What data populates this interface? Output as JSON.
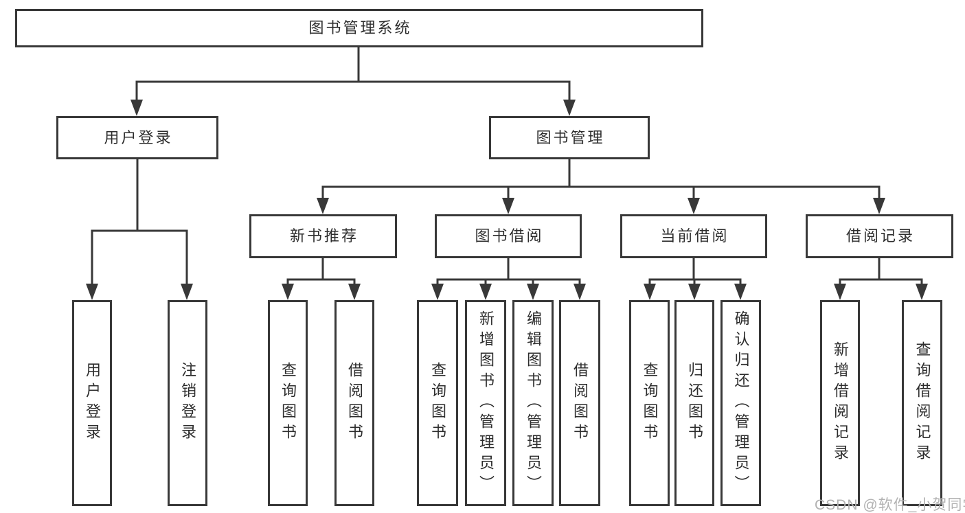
{
  "tree": {
    "root": {
      "label": "图书管理系统"
    },
    "branches": {
      "login": {
        "label": "用户登录",
        "children": [
          {
            "label": "用户登录"
          },
          {
            "label": "注销登录"
          }
        ]
      },
      "management": {
        "label": "图书管理",
        "children": [
          {
            "label": "新书推荐",
            "children": [
              {
                "label": "查询图书"
              },
              {
                "label": "借阅图书"
              }
            ]
          },
          {
            "label": "图书借阅",
            "children": [
              {
                "label": "查询图书"
              },
              {
                "label": "新增图书（管理员）"
              },
              {
                "label": "编辑图书（管理员）"
              },
              {
                "label": "借阅图书"
              }
            ]
          },
          {
            "label": "当前借阅",
            "children": [
              {
                "label": "查询图书"
              },
              {
                "label": "归还图书"
              },
              {
                "label": "确认归还（管理员）"
              }
            ]
          },
          {
            "label": "借阅记录",
            "children": [
              {
                "label": "新增借阅记录"
              },
              {
                "label": "查询借阅记录"
              }
            ]
          }
        ]
      }
    }
  },
  "watermark": {
    "text": "CSDN @软件_小贺同学"
  },
  "colors": {
    "line": "#383838",
    "text": "#2d2d2d",
    "box_fill": "#ffffff",
    "watermark": "#b2b2b2"
  }
}
